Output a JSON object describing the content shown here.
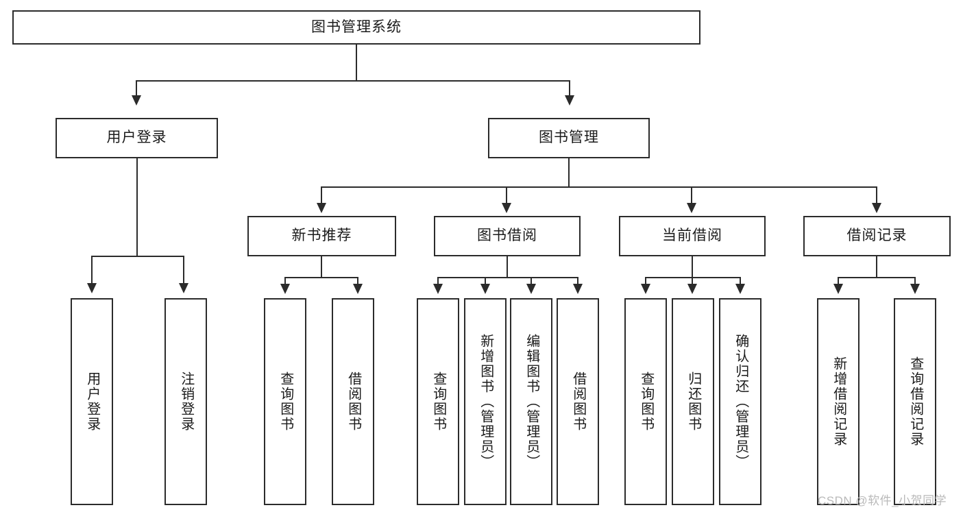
{
  "diagram": {
    "type": "tree",
    "title": "图书管理系统",
    "root": {
      "label": "图书管理系统"
    },
    "level2": [
      {
        "label": "用户登录"
      },
      {
        "label": "图书管理"
      }
    ],
    "level3": [
      {
        "label": "新书推荐"
      },
      {
        "label": "图书借阅"
      },
      {
        "label": "当前借阅"
      },
      {
        "label": "借阅记录"
      }
    ],
    "leaves": {
      "user_login": [
        {
          "label": "用户登录"
        },
        {
          "label": "注销登录"
        }
      ],
      "new_book_recommend": [
        {
          "label": "查询图书"
        },
        {
          "label": "借阅图书"
        }
      ],
      "book_borrow": [
        {
          "label": "查询图书"
        },
        {
          "label": "新增图书（管理员）"
        },
        {
          "label": "编辑图书（管理员）"
        },
        {
          "label": "借阅图书"
        }
      ],
      "current_borrow": [
        {
          "label": "查询图书"
        },
        {
          "label": "归还图书"
        },
        {
          "label": "确认归还（管理员）"
        }
      ],
      "borrow_record": [
        {
          "label": "新增借阅记录"
        },
        {
          "label": "查询借阅记录"
        }
      ]
    },
    "colors": {
      "stroke": "#2b2b2b",
      "fill": "#ffffff",
      "text": "#1b1b1b",
      "watermark": "#b9b9b9"
    }
  },
  "watermark": {
    "text": "CSDN @软件_小贺同学"
  }
}
